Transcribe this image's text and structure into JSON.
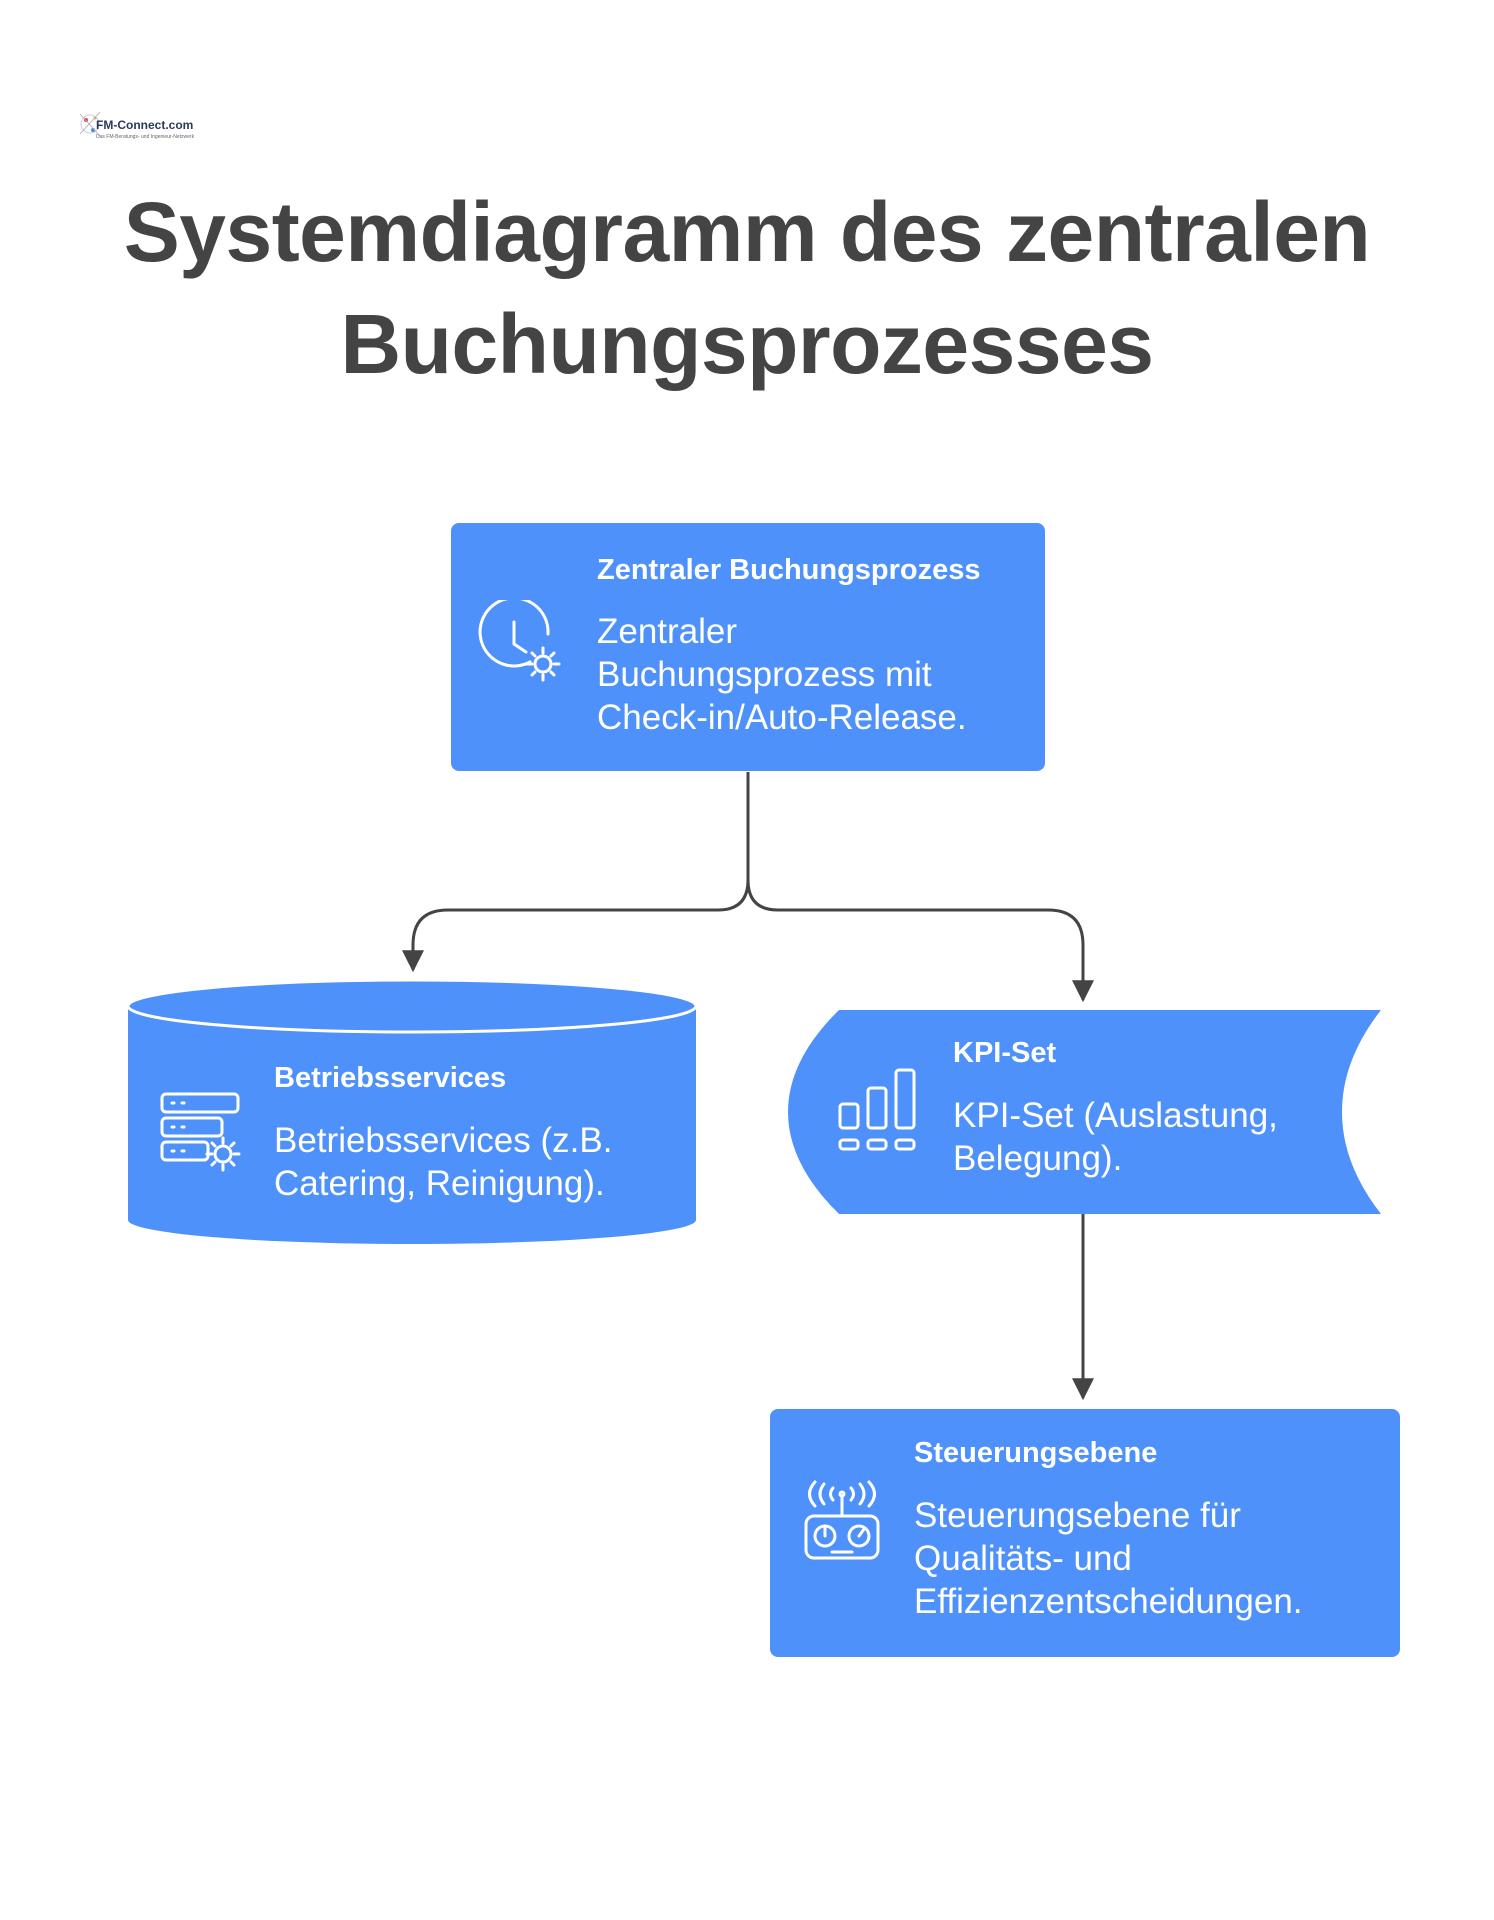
{
  "logo": {
    "name": "FM-Connect.com",
    "tagline": "Das FM-Beratungs- und Ingenieur-Netzwerk"
  },
  "title": {
    "line1": "Systemdiagramm des zentralen",
    "line2": "Buchungsprozesses"
  },
  "nodes": {
    "central": {
      "title": "Zentraler Buchungsprozess",
      "description": "Zentraler Buchungsprozess mit Check-in/Auto-Release.",
      "icon": "clock-gear-icon",
      "shape": "rounded-rectangle"
    },
    "services": {
      "title": "Betriebsservices",
      "description": "Betriebsservices (z.B. Catering, Reinigung).",
      "icon": "server-gear-icon",
      "shape": "cylinder"
    },
    "kpi": {
      "title": "KPI-Set",
      "description": "KPI-Set (Auslastung, Belegung).",
      "icon": "bar-chart-icon",
      "shape": "stored-data"
    },
    "control": {
      "title": "Steuerungsebene",
      "description": "Steuerungsebene für Qualitäts- und Effizienzentscheidungen.",
      "icon": "remote-control-icon",
      "shape": "rounded-rectangle"
    }
  },
  "edges": [
    {
      "from": "central",
      "to": "services"
    },
    {
      "from": "central",
      "to": "kpi"
    },
    {
      "from": "kpi",
      "to": "control"
    }
  ],
  "colors": {
    "node_fill": "#4F91FB",
    "node_text": "#ffffff",
    "title_text": "#444444",
    "edge": "#444444"
  }
}
